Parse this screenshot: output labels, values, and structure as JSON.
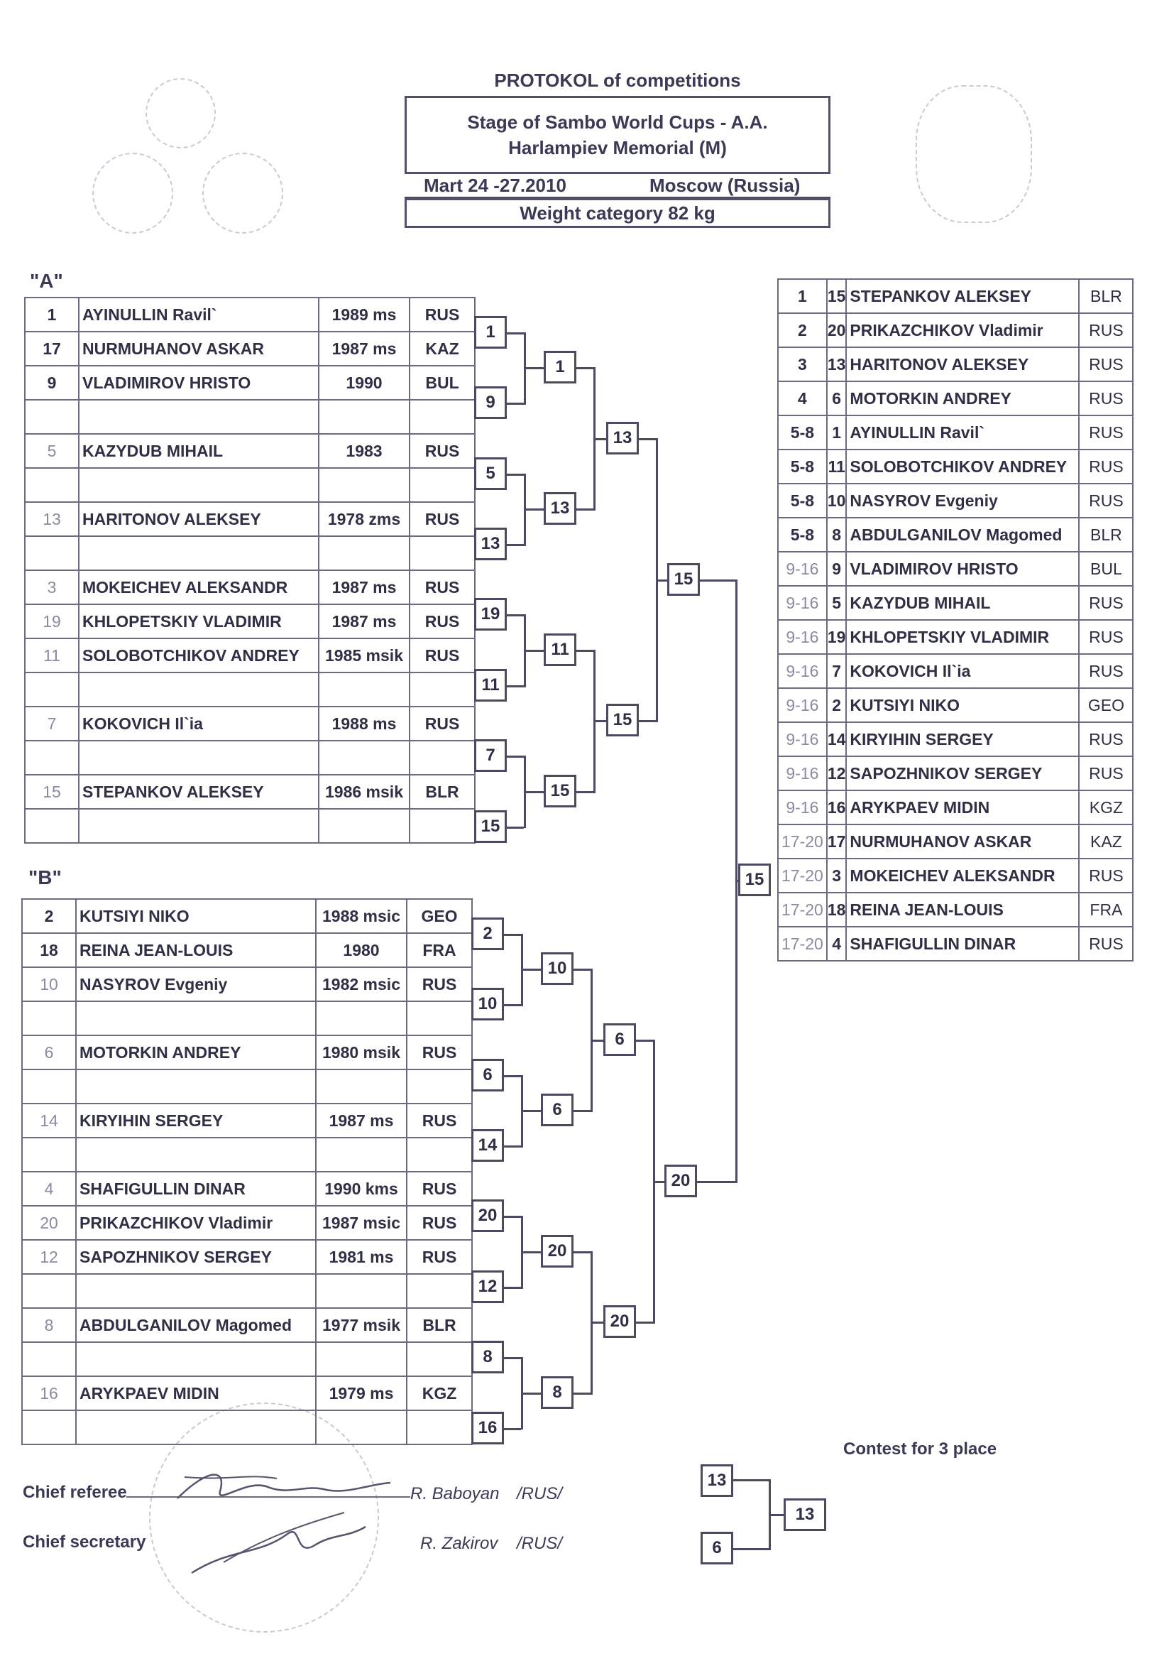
{
  "header": {
    "title": "PROTOKOL of competitions",
    "event_line1": "Stage of Sambo World Cups - A.A.",
    "event_line2": "Harlampiev Memorial (M)",
    "dates": "Mart 24 -27.2010",
    "location": "Moscow (Russia)",
    "weight": "Weight category 82 kg"
  },
  "pools": {
    "a_label": "\"A\"",
    "b_label": "\"B\""
  },
  "pool_a": [
    {
      "seed": "1",
      "name": "AYINULLIN Ravil`",
      "year": "1989 ms",
      "country": "RUS"
    },
    {
      "seed": "17",
      "name": "NURMUHANOV ASKAR",
      "year": "1987 ms",
      "country": "KAZ"
    },
    {
      "seed": "9",
      "name": "VLADIMIROV HRISTO",
      "year": "1990",
      "country": "BUL"
    },
    {
      "seed": "",
      "name": "",
      "year": "",
      "country": ""
    },
    {
      "seed": "5",
      "name": "KAZYDUB MIHAIL",
      "year": "1983",
      "country": "RUS"
    },
    {
      "seed": "",
      "name": "",
      "year": "",
      "country": ""
    },
    {
      "seed": "13",
      "name": "HARITONOV ALEKSEY",
      "year": "1978 zms",
      "country": "RUS"
    },
    {
      "seed": "",
      "name": "",
      "year": "",
      "country": ""
    },
    {
      "seed": "3",
      "name": "MOKEICHEV ALEKSANDR",
      "year": "1987 ms",
      "country": "RUS"
    },
    {
      "seed": "19",
      "name": "KHLOPETSKIY VLADIMIR",
      "year": "1987 ms",
      "country": "RUS"
    },
    {
      "seed": "11",
      "name": "SOLOBOTCHIKOV ANDREY",
      "year": "1985 msik",
      "country": "RUS"
    },
    {
      "seed": "",
      "name": "",
      "year": "",
      "country": ""
    },
    {
      "seed": "7",
      "name": "KOKOVICH Il`ia",
      "year": "1988 ms",
      "country": "RUS"
    },
    {
      "seed": "",
      "name": "",
      "year": "",
      "country": ""
    },
    {
      "seed": "15",
      "name": "STEPANKOV ALEKSEY",
      "year": "1986 msik",
      "country": "BLR"
    },
    {
      "seed": "",
      "name": "",
      "year": "",
      "country": ""
    }
  ],
  "pool_b": [
    {
      "seed": "2",
      "name": "KUTSIYI NIKO",
      "year": "1988 msic",
      "country": "GEO"
    },
    {
      "seed": "18",
      "name": "REINA JEAN-LOUIS",
      "year": "1980",
      "country": "FRA"
    },
    {
      "seed": "10",
      "name": "NASYROV Evgeniy",
      "year": "1982 msic",
      "country": "RUS"
    },
    {
      "seed": "",
      "name": "",
      "year": "",
      "country": ""
    },
    {
      "seed": "6",
      "name": "MOTORKIN ANDREY",
      "year": "1980 msik",
      "country": "RUS"
    },
    {
      "seed": "",
      "name": "",
      "year": "",
      "country": ""
    },
    {
      "seed": "14",
      "name": "KIRYIHIN SERGEY",
      "year": "1987 ms",
      "country": "RUS"
    },
    {
      "seed": "",
      "name": "",
      "year": "",
      "country": ""
    },
    {
      "seed": "4",
      "name": "SHAFIGULLIN DINAR",
      "year": "1990 kms",
      "country": "RUS"
    },
    {
      "seed": "20",
      "name": "PRIKAZCHIKOV Vladimir",
      "year": "1987 msic",
      "country": "RUS"
    },
    {
      "seed": "12",
      "name": "SAPOZHNIKOV SERGEY",
      "year": "1981 ms",
      "country": "RUS"
    },
    {
      "seed": "",
      "name": "",
      "year": "",
      "country": ""
    },
    {
      "seed": "8",
      "name": "ABDULGANILOV Magomed",
      "year": "1977 msik",
      "country": "BLR"
    },
    {
      "seed": "",
      "name": "",
      "year": "",
      "country": ""
    },
    {
      "seed": "16",
      "name": "ARYKPAEV MIDIN",
      "year": "1979 ms",
      "country": "KGZ"
    },
    {
      "seed": "",
      "name": "",
      "year": "",
      "country": ""
    }
  ],
  "bracket": {
    "a_r1": [
      "1",
      "9",
      "5",
      "13",
      "19",
      "11",
      "7",
      "15"
    ],
    "a_r2": [
      "1",
      "13",
      "11",
      "15"
    ],
    "a_r3": [
      "13",
      "15"
    ],
    "a_final": "15",
    "b_r1": [
      "2",
      "10",
      "6",
      "14",
      "20",
      "12",
      "8",
      "16"
    ],
    "b_r2": [
      "10",
      "6",
      "20",
      "8"
    ],
    "b_r3": [
      "6",
      "20"
    ],
    "b_final": "20",
    "final": "15"
  },
  "results": [
    {
      "place": "1",
      "seed": "15",
      "name": "STEPANKOV ALEKSEY",
      "country": "BLR"
    },
    {
      "place": "2",
      "seed": "20",
      "name": "PRIKAZCHIKOV Vladimir",
      "country": "RUS"
    },
    {
      "place": "3",
      "seed": "13",
      "name": "HARITONOV ALEKSEY",
      "country": "RUS"
    },
    {
      "place": "4",
      "seed": "6",
      "name": "MOTORKIN ANDREY",
      "country": "RUS"
    },
    {
      "place": "5-8",
      "seed": "1",
      "name": "AYINULLIN Ravil`",
      "country": "RUS"
    },
    {
      "place": "5-8",
      "seed": "11",
      "name": "SOLOBOTCHIKOV ANDREY",
      "country": "RUS"
    },
    {
      "place": "5-8",
      "seed": "10",
      "name": "NASYROV Evgeniy",
      "country": "RUS"
    },
    {
      "place": "5-8",
      "seed": "8",
      "name": "ABDULGANILOV Magomed",
      "country": "BLR"
    },
    {
      "place": "9-16",
      "seed": "9",
      "name": "VLADIMIROV HRISTO",
      "country": "BUL"
    },
    {
      "place": "9-16",
      "seed": "5",
      "name": "KAZYDUB MIHAIL",
      "country": "RUS"
    },
    {
      "place": "9-16",
      "seed": "19",
      "name": "KHLOPETSKIY VLADIMIR",
      "country": "RUS"
    },
    {
      "place": "9-16",
      "seed": "7",
      "name": "KOKOVICH Il`ia",
      "country": "RUS"
    },
    {
      "place": "9-16",
      "seed": "2",
      "name": "KUTSIYI NIKO",
      "country": "GEO"
    },
    {
      "place": "9-16",
      "seed": "14",
      "name": "KIRYIHIN SERGEY",
      "country": "RUS"
    },
    {
      "place": "9-16",
      "seed": "12",
      "name": "SAPOZHNIKOV SERGEY",
      "country": "RUS"
    },
    {
      "place": "9-16",
      "seed": "16",
      "name": "ARYKPAEV MIDIN",
      "country": "KGZ"
    },
    {
      "place": "17-20",
      "seed": "17",
      "name": "NURMUHANOV ASKAR",
      "country": "KAZ"
    },
    {
      "place": "17-20",
      "seed": "3",
      "name": "MOKEICHEV ALEKSANDR",
      "country": "RUS"
    },
    {
      "place": "17-20",
      "seed": "18",
      "name": "REINA JEAN-LOUIS",
      "country": "FRA"
    },
    {
      "place": "17-20",
      "seed": "4",
      "name": "SHAFIGULLIN DINAR",
      "country": "RUS"
    }
  ],
  "third_place": {
    "label": "Contest for 3 place",
    "top": "13",
    "bottom": "6",
    "winner": "13"
  },
  "officials": {
    "referee_role": "Chief referee",
    "referee_name": "R. Baboyan",
    "referee_country": "/RUS/",
    "secretary_role": "Chief  secretary",
    "secretary_name": "R. Zakirov",
    "secretary_country": "/RUS/"
  }
}
